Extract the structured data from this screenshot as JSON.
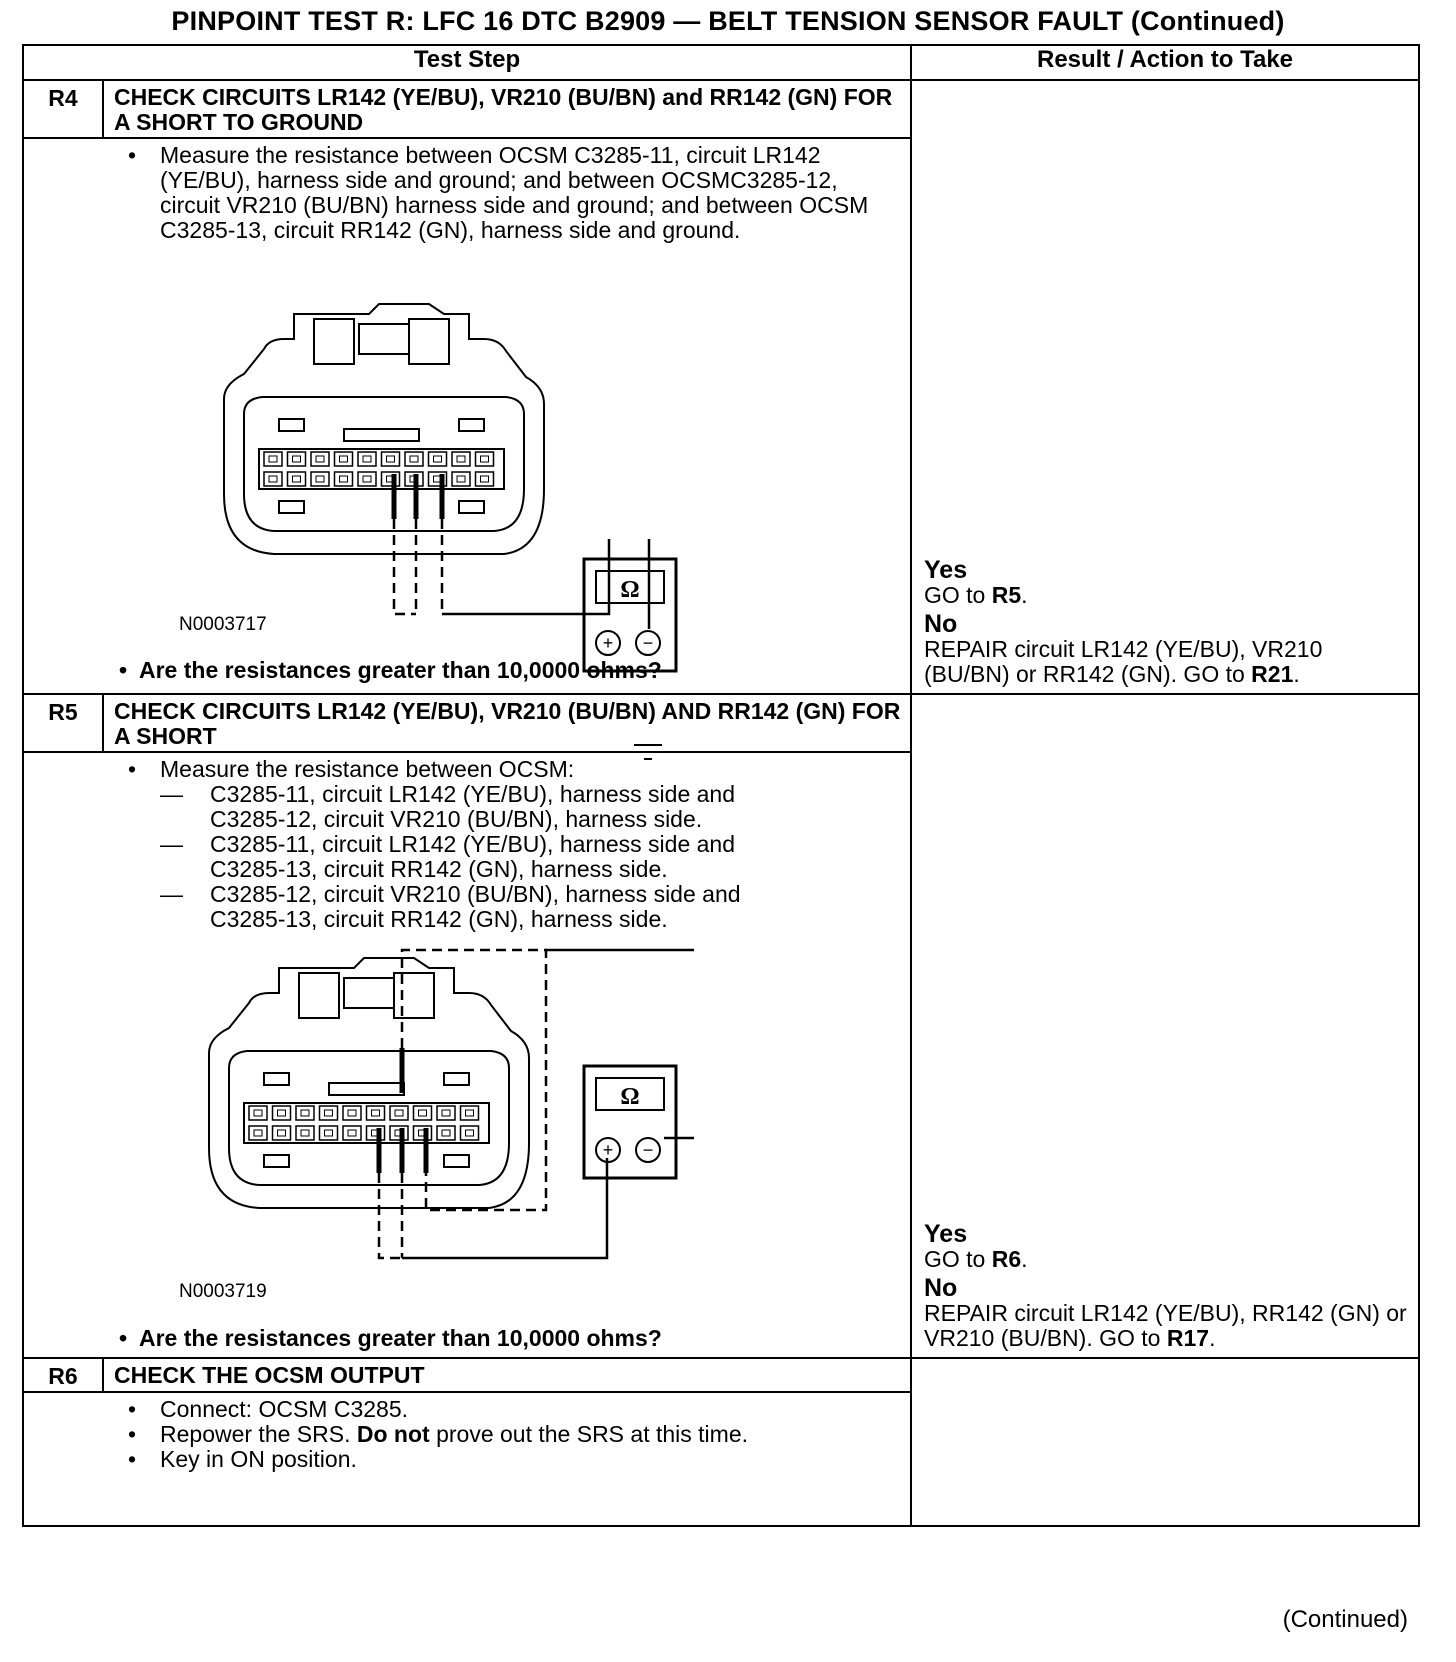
{
  "title": "PINPOINT TEST  R: LFC 16 DTC B2909 — BELT TENSION SENSOR FAULT (Continued)",
  "headers": {
    "test_step": "Test Step",
    "result": "Result / Action to Take"
  },
  "steps": [
    {
      "id": "R4",
      "title": "CHECK CIRCUITS LR142 (YE/BU), VR210 (BU/BN) and RR142 (GN) FOR A SHORT TO GROUND",
      "bullets": [
        "Measure the resistance between OCSM C3285-11, circuit LR142 (YE/BU), harness side and ground; and between OCSMC3285-12, circuit VR210 (BU/BN) harness side and ground; and between OCSM  C3285-13, circuit RR142 (GN), harness side and ground."
      ],
      "figure_id": "N0003717",
      "meter_symbol": "Ω",
      "question": "Are the resistances greater than 10,0000 ohms?",
      "yes_label": "Yes",
      "yes_action": "GO to ",
      "yes_target": "R5",
      "yes_end": ".",
      "no_label": "No",
      "no_action": "REPAIR circuit LR142 (YE/BU), VR210 (BU/BN) or RR142 (GN). GO to ",
      "no_target": "R21",
      "no_end": "."
    },
    {
      "id": "R5",
      "title": "CHECK CIRCUITS LR142 (YE/BU), VR210 (BU/BN) AND RR142 (GN) FOR A SHORT",
      "bullets": [
        "Measure the resistance between OCSM:"
      ],
      "dashes": [
        "C3285-11, circuit LR142 (YE/BU), harness side and C3285-12, circuit VR210 (BU/BN), harness side.",
        "C3285-11, circuit LR142 (YE/BU), harness side and C3285-13, circuit RR142 (GN), harness side.",
        "C3285-12, circuit VR210 (BU/BN), harness side and C3285-13, circuit RR142 (GN), harness side."
      ],
      "figure_id": "N0003719",
      "meter_symbol": "Ω",
      "question": "Are the resistances greater than 10,0000 ohms?",
      "yes_label": "Yes",
      "yes_action": "GO to ",
      "yes_target": "R6",
      "yes_end": ".",
      "no_label": "No",
      "no_action": "REPAIR circuit LR142 (YE/BU), RR142 (GN) or VR210 (BU/BN). GO to ",
      "no_target": "R17",
      "no_end": "."
    },
    {
      "id": "R6",
      "title": "CHECK THE OCSM OUTPUT",
      "b1": "Connect: OCSM C3285.",
      "b2_pre": "Repower the SRS. ",
      "b2_bold": "Do not",
      "b2_post": " prove out the SRS at this time.",
      "b3": "Key in ON position."
    }
  ],
  "footer": "(Continued)"
}
